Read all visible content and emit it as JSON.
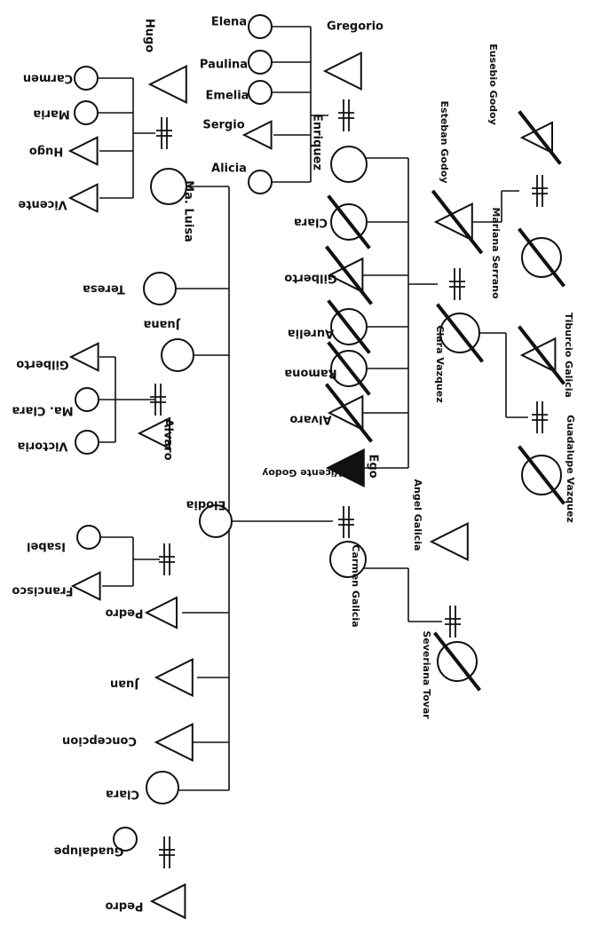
{
  "colors": {
    "ink": "#111111",
    "paper": "#ffffff"
  },
  "people": {
    "p_hugo_top": {
      "name": "Hugo",
      "sex": "male",
      "deceased": false
    },
    "p_ma_luisa": {
      "name": "Ma. Luisa",
      "sex": "female",
      "deceased": false
    },
    "p_carmen_c": {
      "name": "Carmen",
      "sex": "female",
      "deceased": false
    },
    "p_maria_c": {
      "name": "Maria",
      "sex": "female",
      "deceased": false
    },
    "p_hugo_c": {
      "name": "Hugo",
      "sex": "male",
      "deceased": false
    },
    "p_vicente_c": {
      "name": "Vicente",
      "sex": "male",
      "deceased": false
    },
    "p_teresa": {
      "name": "Teresa",
      "sex": "female",
      "deceased": false
    },
    "p_juana": {
      "name": "Juana",
      "sex": "female",
      "deceased": false
    },
    "p_alvaro_h": {
      "name": "Alvaro",
      "sex": "male",
      "deceased": false
    },
    "p_gilberto_c": {
      "name": "Gilberto",
      "sex": "male",
      "deceased": false
    },
    "p_ma_clara_c": {
      "name": "Ma. Clara",
      "sex": "female",
      "deceased": false
    },
    "p_victoria_c": {
      "name": "Victoria",
      "sex": "female",
      "deceased": false
    },
    "p_elodia": {
      "name": "Elodia",
      "sex": "female",
      "deceased": false
    },
    "p_isabel_c": {
      "name": "Isabel",
      "sex": "female",
      "deceased": false
    },
    "p_francisco_c": {
      "name": "Francisco",
      "sex": "male",
      "deceased": false
    },
    "p_pedro_1": {
      "name": "Pedro",
      "sex": "male",
      "deceased": false
    },
    "p_juan": {
      "name": "Juan",
      "sex": "male",
      "deceased": false
    },
    "p_concepcion": {
      "name": "Concepcion",
      "sex": "male",
      "deceased": false
    },
    "p_clara_low": {
      "name": "Clara",
      "sex": "female",
      "deceased": false
    },
    "p_guadalupe_c": {
      "name": "Guadalupe",
      "sex": "female",
      "deceased": false
    },
    "p_pedro_h": {
      "name": "Pedro",
      "sex": "male",
      "deceased": false
    },
    "p_elena": {
      "name": "Elena",
      "sex": "female",
      "deceased": false
    },
    "p_paulina": {
      "name": "Paulina",
      "sex": "female",
      "deceased": false
    },
    "p_emelia": {
      "name": "Emelia",
      "sex": "female",
      "deceased": false
    },
    "p_sergio": {
      "name": "Sergio",
      "sex": "male",
      "deceased": false
    },
    "p_alicia": {
      "name": "Alicia",
      "sex": "female",
      "deceased": false
    },
    "p_gregorio": {
      "name": "Gregorio",
      "sex": "male",
      "deceased": false
    },
    "p_enriquez": {
      "name": "Enriquez",
      "sex": "female",
      "deceased": false
    },
    "p_clara_sib": {
      "name": "Clara",
      "sex": "female",
      "deceased": true
    },
    "p_gilberto_sib": {
      "name": "Gilberto",
      "sex": "male",
      "deceased": true
    },
    "p_aurelia": {
      "name": "Aurelia",
      "sex": "female",
      "deceased": true
    },
    "p_ramona": {
      "name": "Ramona",
      "sex": "female",
      "deceased": true
    },
    "p_alvaro_sib": {
      "name": "Alvaro",
      "sex": "male",
      "deceased": true
    },
    "p_ego": {
      "name": "Vicente Godoy",
      "sex": "male",
      "deceased": false,
      "ego_label": "Ego"
    },
    "p_carmen_galicia": {
      "name": "Carmen Galicia",
      "sex": "female",
      "deceased": false
    },
    "p_esteban": {
      "name": "Esteban Godoy",
      "sex": "male",
      "deceased": true
    },
    "p_eusebio": {
      "name": "Eusebio Godoy",
      "sex": "male",
      "deceased": true
    },
    "p_mariana": {
      "name": "Mariana Serrano",
      "sex": "female",
      "deceased": true
    },
    "p_clara_vazquez": {
      "name": "Clara Vazquez",
      "sex": "female",
      "deceased": true
    },
    "p_tiburcio": {
      "name": "Tiburcio Galicia",
      "sex": "male",
      "deceased": true
    },
    "p_guadalupe_v": {
      "name": "Guadalupe Vazquez",
      "sex": "female",
      "deceased": true
    },
    "p_angel": {
      "name": "Angel Galicia",
      "sex": "male",
      "deceased": false
    },
    "p_severiana": {
      "name": "Severiana Tovar",
      "sex": "female",
      "deceased": true
    }
  },
  "marriages": [
    [
      "p_hugo_top",
      "p_ma_luisa"
    ],
    [
      "p_alvaro_h",
      "p_juana"
    ],
    [
      "p_pedro_1",
      "p_elodia"
    ],
    [
      "p_pedro_h",
      "p_clara_low"
    ],
    [
      "p_gregorio",
      "p_enriquez"
    ],
    [
      "p_ego",
      "p_carmen_galicia"
    ],
    [
      "p_eusebio",
      "p_mariana"
    ],
    [
      "p_esteban",
      "p_clara_vazquez"
    ],
    [
      "p_tiburcio",
      "p_guadalupe_v"
    ],
    [
      "p_angel",
      "p_severiana"
    ]
  ]
}
